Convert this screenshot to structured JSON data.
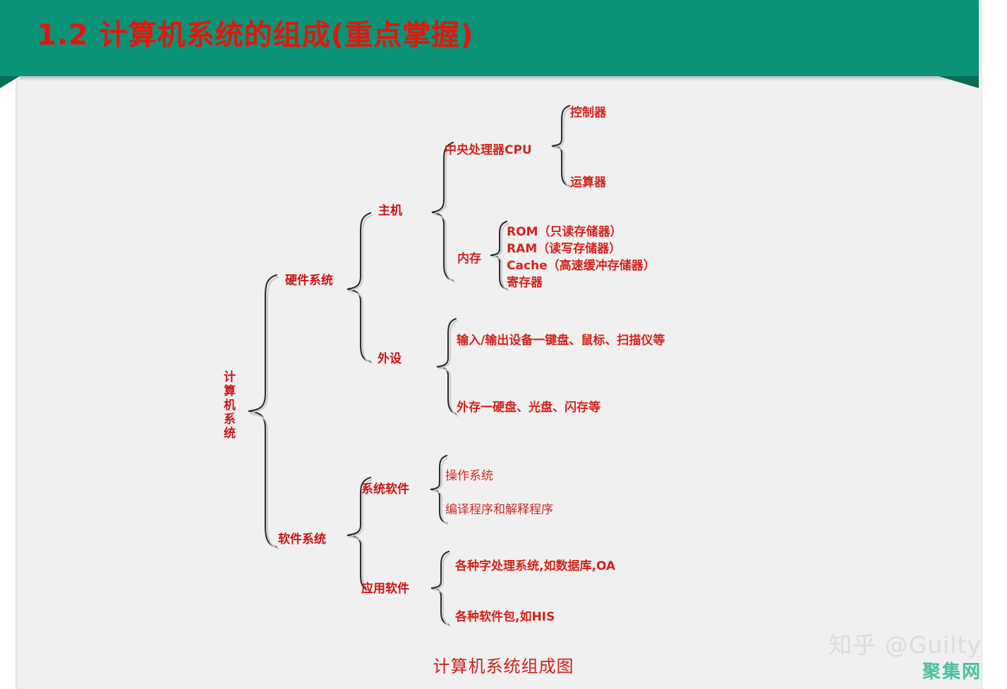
{
  "slide": {
    "title": "1.2  计算机系统的组成(重点掌握)",
    "caption": "计算机系统组成图",
    "colors": {
      "banner_green": "#0a9377",
      "banner_fold": "#0a6b56",
      "title_red": "#e8140c",
      "node_red": "#cc1414",
      "background": "#f0f0f0",
      "watermark_gray": "#dcdcdc",
      "watermark_teal": "#4cc0a0"
    }
  },
  "diagram": {
    "root": "计算机系统",
    "hardware": {
      "label": "硬件系统",
      "host": {
        "label": "主机",
        "cpu": {
          "label": "中央处理器CPU",
          "children": [
            "控制器",
            "运算器"
          ]
        },
        "memory": {
          "label": "内存",
          "children": [
            "ROM（只读存储器）",
            "RAM（读写存储器）",
            "Cache（高速缓冲存储器）",
            "寄存器"
          ]
        }
      },
      "peripheral": {
        "label": "外设",
        "children": [
          "输入/输出设备一键盘、鼠标、扫描仪等",
          "外存一硬盘、光盘、闪存等"
        ]
      }
    },
    "software": {
      "label": "软件系统",
      "system_software": {
        "label": "系统软件",
        "children": [
          "操作系统",
          "编译程序和解释程序"
        ]
      },
      "application_software": {
        "label": "应用软件",
        "children": [
          "各种字处理系统,如数据库,OA",
          "各种软件包,如HIS"
        ]
      }
    }
  },
  "watermark": {
    "zhihu": "知乎 @Guilty",
    "site": "聚集网"
  }
}
